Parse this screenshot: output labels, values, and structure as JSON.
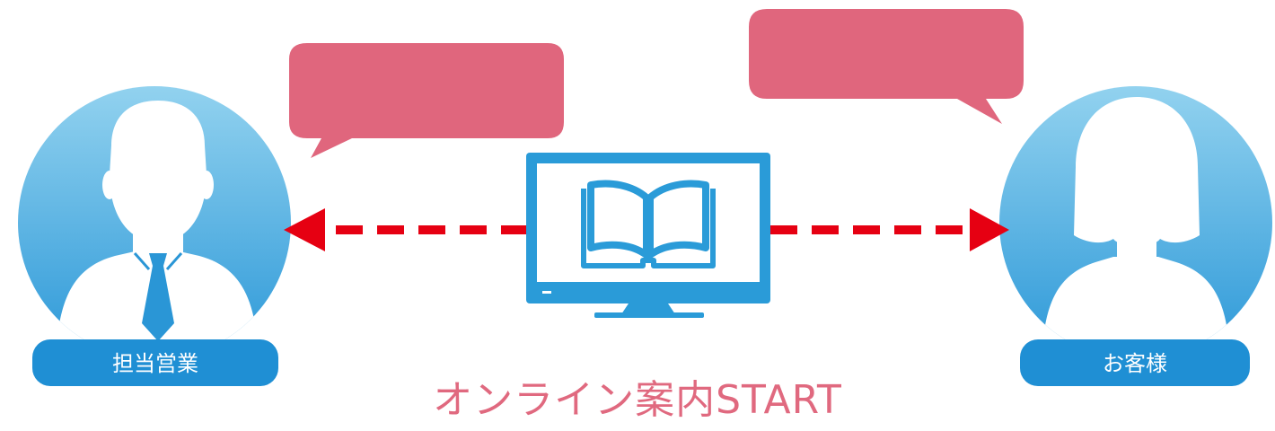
{
  "diagram": {
    "left_person": {
      "label": "担当営業",
      "role": "sales"
    },
    "right_person": {
      "label": "お客様",
      "role": "customer"
    },
    "center_device": {
      "icon": "monitor-with-open-book-icon"
    },
    "caption": "オンライン案内START"
  },
  "colors": {
    "bubble": "#e0667d",
    "arrow": "#e60012",
    "circle_top": "#8fd0ee",
    "circle_bottom": "#1f94d6",
    "label_bg": "#1f8fd4",
    "monitor": "#2a9bd8",
    "caption": "#e0697f"
  }
}
